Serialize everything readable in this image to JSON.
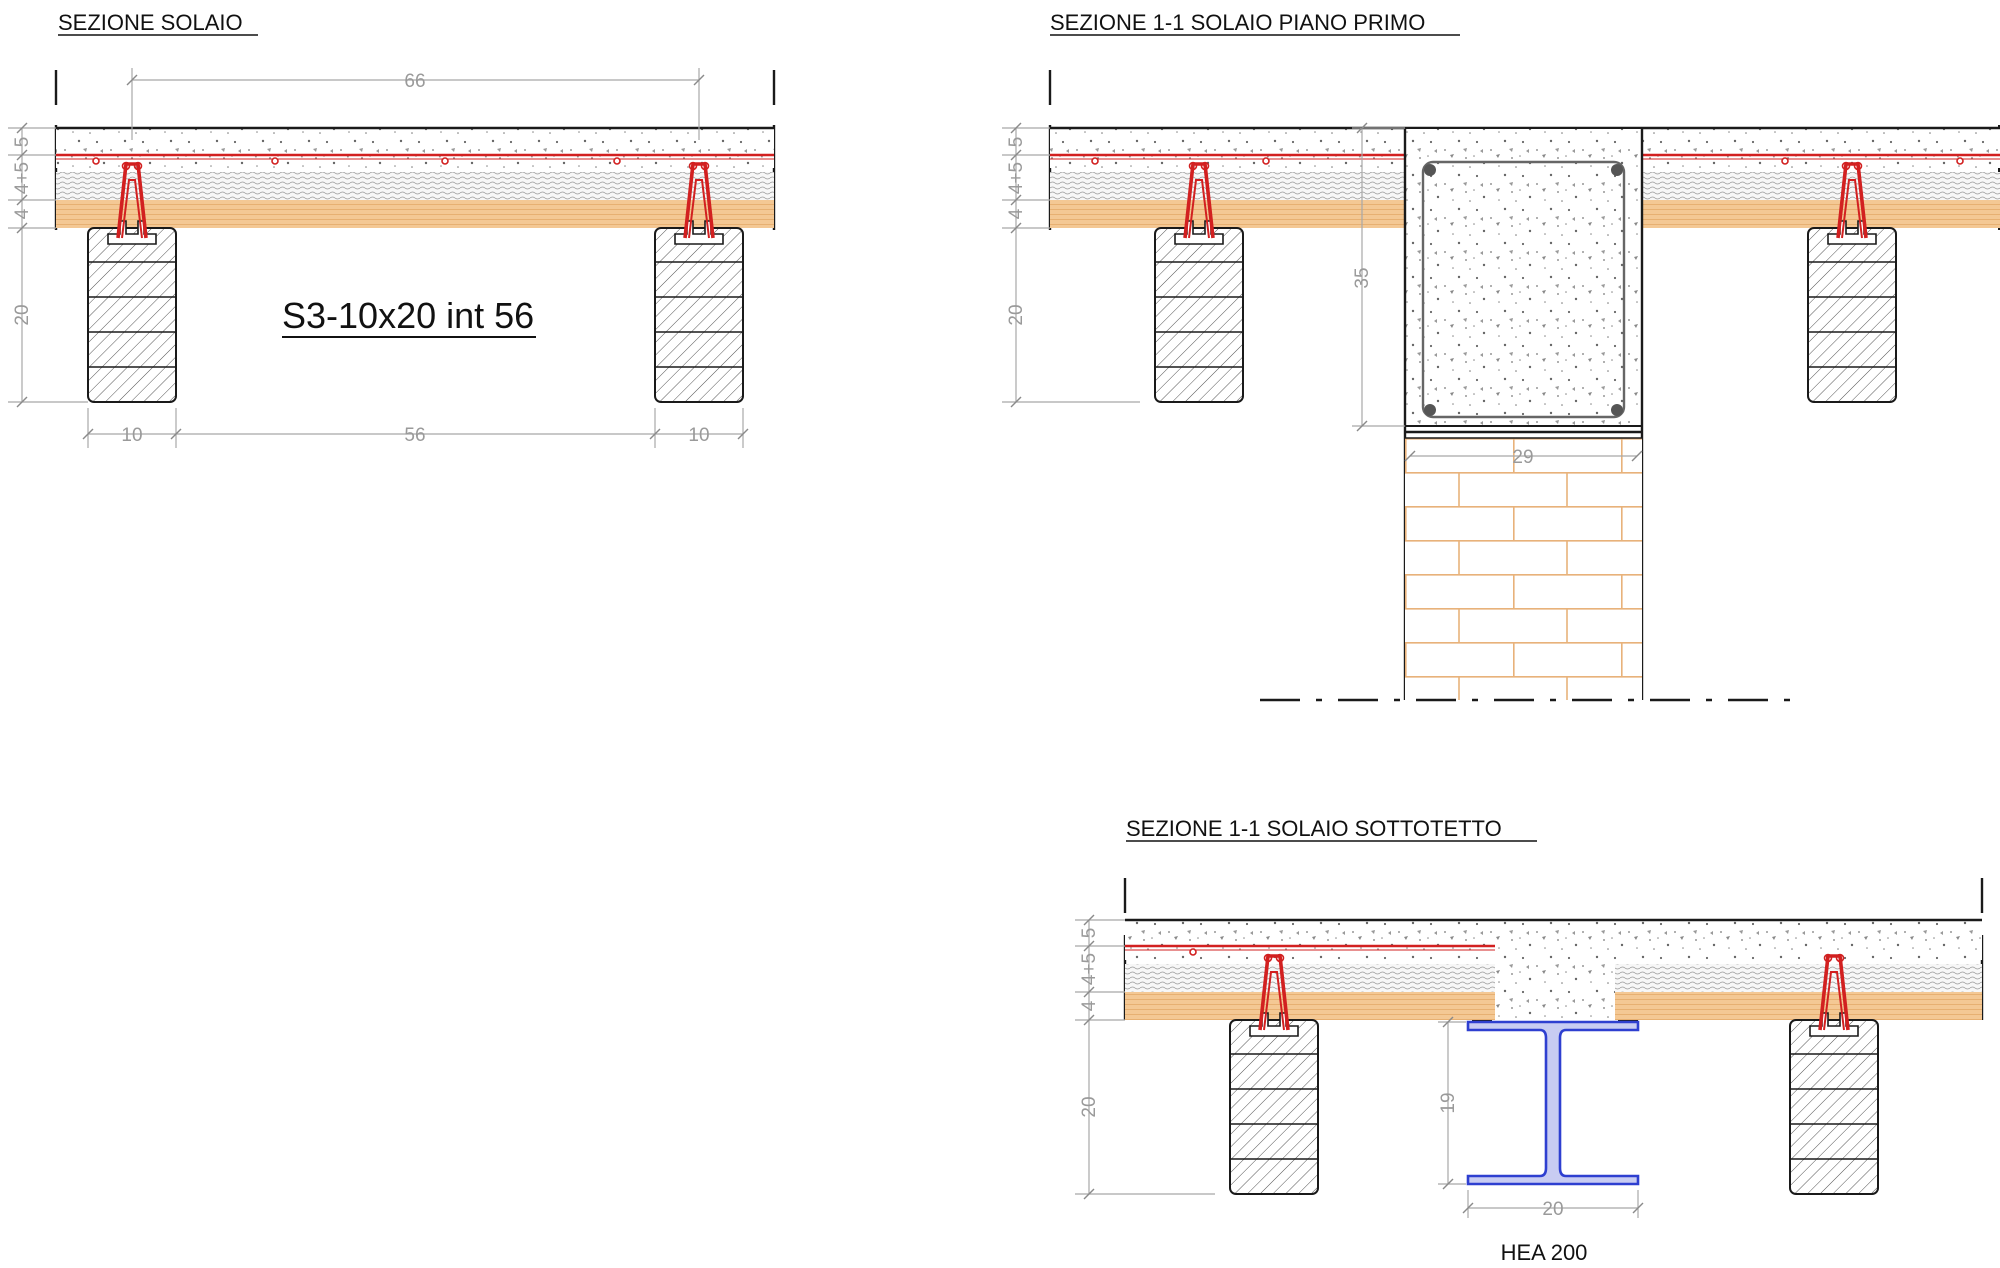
{
  "section_a": {
    "title": "SEZIONE SOLAIO",
    "label": "S3-10x20 int 56",
    "dims": {
      "span_top": "66",
      "h_top": "5",
      "h_mid": "4+5",
      "h_bot": "4",
      "h_joist": "20",
      "w_left": "10",
      "w_mid": "56",
      "w_right": "10"
    }
  },
  "section_b": {
    "title": "SEZIONE 1-1 SOLAIO PIANO PRIMO",
    "dims": {
      "h_top": "5",
      "h_mid": "4+5",
      "h_bot": "4",
      "h_joist": "20",
      "h_beam": "35",
      "w_beam": "29"
    }
  },
  "section_c": {
    "title": "SEZIONE 1-1 SOLAIO SOTTOTETTO",
    "profile": "HEA 200",
    "dims": {
      "h_top": "5",
      "h_mid": "4+5",
      "h_bot": "4",
      "h_joist": "20",
      "h_steel": "19",
      "w_steel": "20"
    }
  },
  "colors": {
    "rebar": "#d22020",
    "timber": "#f4c894",
    "steel": "#2e3fd0",
    "brick": "#e8b27a"
  }
}
